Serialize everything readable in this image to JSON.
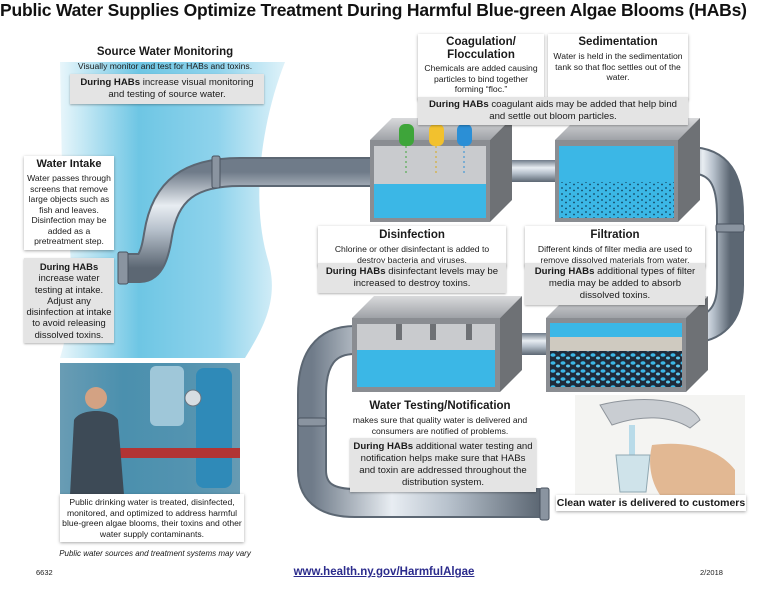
{
  "title": "Public Water Supplies Optimize Treatment During Harmful Blue-green Algae Blooms (HABs)",
  "source": {
    "heading": "Source Water Monitoring",
    "text": "Visually monitor and test for HABs and toxins.",
    "habs_label": "During HABs",
    "habs_text": " increase visual monitoring and testing of source water."
  },
  "intake": {
    "heading": "Water Intake",
    "text": "Water passes through screens that remove large objects such as fish and leaves. Disinfection may be added as a pretreatment step.",
    "habs_label": "During HABs",
    "habs_text": " increase water testing at intake. Adjust any disinfection at intake to avoid releasing dissolved toxins."
  },
  "coagulation": {
    "heading": "Coagulation/ Flocculation",
    "text": "Chemicals are added causing particles to bind together forming “floc.”"
  },
  "sedimentation": {
    "heading": "Sedimentation",
    "text": "Water is held in the sedimentation tank so that floc settles out of the water."
  },
  "coag_habs": {
    "habs_label": "During HABs",
    "habs_text": " coagulant aids may be added that help bind and settle out bloom particles."
  },
  "disinfection": {
    "heading": "Disinfection",
    "text": "Chlorine or other disinfectant is added to destroy bacteria and viruses.",
    "habs_label": "During HABs",
    "habs_text": " disinfectant levels may be increased to destroy toxins."
  },
  "filtration": {
    "heading": "Filtration",
    "text": "Different kinds of filter media are used to remove dissolved materials from water.",
    "habs_label": "During HABs",
    "habs_text": " additional types of filter media may be added to absorb dissolved toxins."
  },
  "testing": {
    "heading": "Water Testing/Notification",
    "text": "makes sure that quality water is delivered and consumers are notified of problems.",
    "habs_label": "During HABs",
    "habs_text": " additional water testing and notification helps make sure that HABs and toxin are addressed throughout the distribution system."
  },
  "delivery": {
    "label": "Clean water is delivered to customers"
  },
  "photo": {
    "caption": "Public drinking water is treated, disinfected, monitored, and optimized to address harmful blue-green algae blooms, their toxins and other water supply contaminants.",
    "note": "Public water sources and treatment systems may vary"
  },
  "footer": {
    "code": "6632",
    "url": "www.health.ny.gov/HarmfulAlgae",
    "date": "2/2018"
  },
  "colors": {
    "water": "#3bb7e6",
    "pipe": "#a9b4c2",
    "tank": "#8a8d92",
    "habs_box": "#e4e4e4"
  },
  "icons": [
    "chemical-bottle-green-icon",
    "chemical-bottle-yellow-icon",
    "chemical-bottle-blue-icon",
    "water-faucet-icon",
    "water-glass-icon",
    "technician-photo"
  ]
}
